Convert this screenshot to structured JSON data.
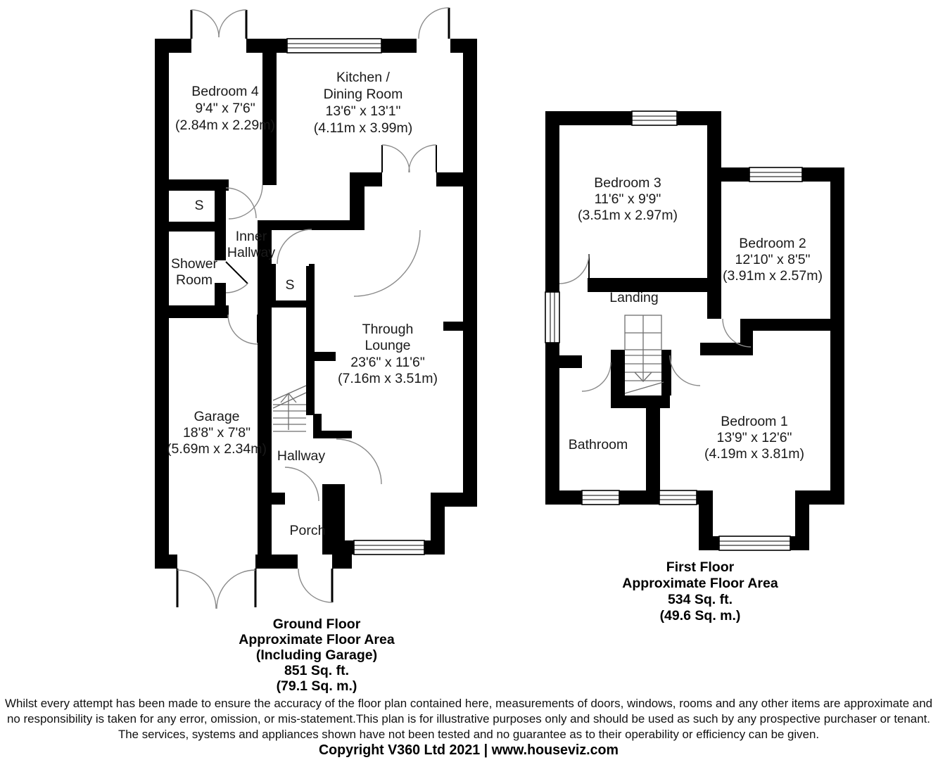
{
  "ground_floor": {
    "rooms": [
      {
        "id": "bedroom4",
        "lines": [
          "Bedroom 4",
          "9'4\" x 7'6\"",
          "(2.84m x 2.29m)"
        ]
      },
      {
        "id": "kitchen_dining",
        "lines": [
          "Kitchen /",
          "Dining Room",
          "13'6\" x 13'1\"",
          "(4.11m x 3.99m)"
        ]
      },
      {
        "id": "cupboard1",
        "lines": [
          "S"
        ]
      },
      {
        "id": "inner_hallway",
        "lines": [
          "Inner",
          "Hallway"
        ]
      },
      {
        "id": "shower_room",
        "lines": [
          "Shower",
          "Room"
        ]
      },
      {
        "id": "cupboard2",
        "lines": [
          "S"
        ]
      },
      {
        "id": "through_lounge",
        "lines": [
          "Through",
          "Lounge",
          "23'6\" x 11'6\"",
          "(7.16m x 3.51m)"
        ]
      },
      {
        "id": "garage",
        "lines": [
          "Garage",
          "18'8\" x 7'8\"",
          "(5.69m x 2.34m)"
        ]
      },
      {
        "id": "hallway",
        "lines": [
          "Hallway"
        ]
      },
      {
        "id": "porch",
        "lines": [
          "Porch"
        ]
      }
    ],
    "area_label": [
      "Ground Floor",
      "Approximate Floor Area",
      "(Including Garage)",
      "851 Sq. ft.",
      "(79.1 Sq. m.)"
    ]
  },
  "first_floor": {
    "rooms": [
      {
        "id": "bedroom3",
        "lines": [
          "Bedroom 3",
          "11'6\" x 9'9\"",
          "(3.51m x 2.97m)"
        ]
      },
      {
        "id": "bedroom2",
        "lines": [
          "Bedroom 2",
          "12'10\" x 8'5\"",
          "(3.91m x 2.57m)"
        ]
      },
      {
        "id": "landing",
        "lines": [
          "Landing"
        ]
      },
      {
        "id": "bathroom",
        "lines": [
          "Bathroom"
        ]
      },
      {
        "id": "bedroom1",
        "lines": [
          "Bedroom 1",
          "13'9\" x 12'6\"",
          "(4.19m x 3.81m)"
        ]
      }
    ],
    "area_label": [
      "First Floor",
      "Approximate Floor Area",
      "534 Sq. ft.",
      "(49.6 Sq. m.)"
    ]
  },
  "disclaimer": [
    "Whilst every attempt has been made to ensure the accuracy of the floor plan contained here, measurements of doors, windows, rooms and any other items are approximate and",
    "no responsibility is taken for any error, omission, or mis-statement.This plan is for illustrative purposes only and should be used as such by any prospective purchaser or tenant.",
    "The services, systems and appliances shown have not been tested and no guarantee as to their operability or efficiency can be given."
  ],
  "copyright": "Copyright V360 Ltd 2021 | www.houseviz.com",
  "colors": {
    "wall": "#000000",
    "door_arc": "#8a8a8a",
    "background": "#ffffff"
  }
}
